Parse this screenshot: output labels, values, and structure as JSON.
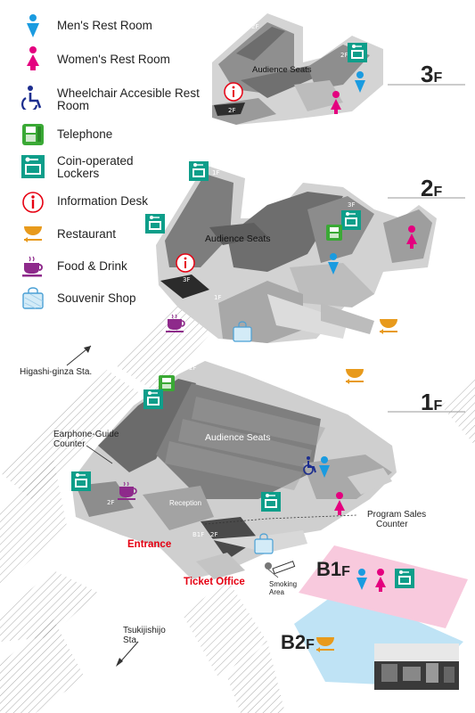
{
  "legend": [
    {
      "icon": "mens-restroom-icon",
      "label": "Men's Rest Room",
      "color": "#1a9be0"
    },
    {
      "icon": "womens-restroom-icon",
      "label": "Women's Rest Room",
      "color": "#e4007f"
    },
    {
      "icon": "wheelchair-icon",
      "label": "Wheelchair Accesible Rest Room",
      "color": "#1d2e8f"
    },
    {
      "icon": "telephone-icon",
      "label": "Telephone",
      "color": "#3aa935"
    },
    {
      "icon": "locker-icon",
      "label": "Coin-operated Lockers",
      "color": "#0e9e8a"
    },
    {
      "icon": "info-icon",
      "label": "Information Desk",
      "color": "#e60012"
    },
    {
      "icon": "restaurant-icon",
      "label": "Restaurant",
      "color": "#e89a1c"
    },
    {
      "icon": "coffee-icon",
      "label": "Food & Drink",
      "color": "#8e2a8b"
    },
    {
      "icon": "souvenir-icon",
      "label": "Souvenir Shop",
      "color": "#4aa0d5"
    }
  ],
  "floors": {
    "f3": {
      "num": "3",
      "suffix": "F"
    },
    "f2": {
      "num": "2",
      "suffix": "F"
    },
    "f1": {
      "num": "1",
      "suffix": "F"
    },
    "b1": {
      "num": "B1",
      "suffix": "F"
    },
    "b2": {
      "num": "B2",
      "suffix": "F"
    }
  },
  "labels": {
    "audience_seats_3f": "Audience Seats",
    "audience_seats_2f": "Audience Seats",
    "audience_seats_1f": "Audience Seats",
    "higashi_ginza": "Higashi-ginza Sta.",
    "earphone_1": "Earphone-Guide",
    "earphone_2": "Counter",
    "reception": "Reception",
    "program_1": "Program Sales",
    "program_2": "Counter",
    "entrance": "Entrance",
    "ticket_office": "Ticket Office",
    "smoking_1": "Smoking",
    "smoking_2": "Area",
    "tsukiji_1": "Tsukijishijo",
    "tsukiji_2": "Sta.",
    "stair_2f": "2F",
    "stair_3f": "3F",
    "stair_1f": "1F",
    "stair_b1f": "B1F"
  },
  "colors": {
    "building_dark": "#6f6f6f",
    "building_mid": "#9a9a9a",
    "building_light": "#cfcfcf",
    "b1_zone": "#f8c9dd",
    "b2_zone": "#bfe3f5"
  }
}
